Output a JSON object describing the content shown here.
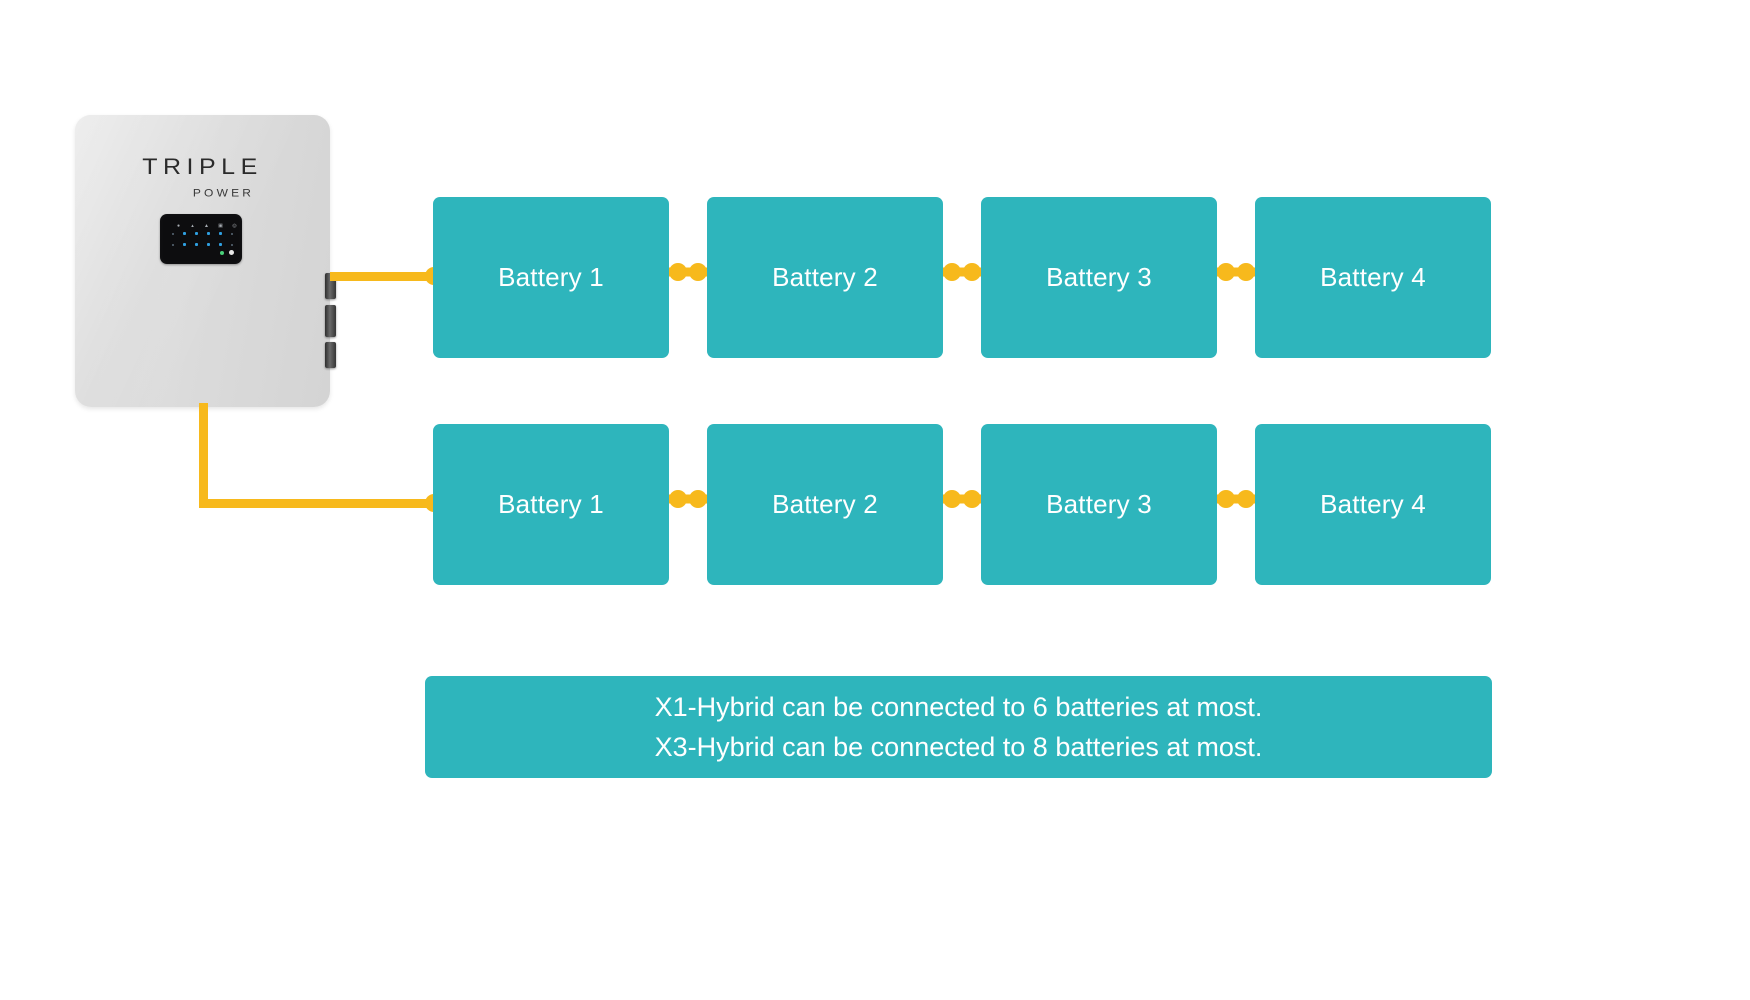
{
  "diagram": {
    "title": "Triple Power battery connection diagram",
    "colors": {
      "battery_teal": "#2EB5BC",
      "cable_yellow": "#F7B91C",
      "inverter_gray": "#D9D9D9",
      "display_black": "#0D0D0F",
      "text_white": "#FFFFFF"
    }
  },
  "inverter": {
    "logo_main": "TRIPLE",
    "logo_sub": "POWER",
    "display": {
      "name": "led-status-display",
      "icon_glyphs": [
        "•",
        "•",
        "•",
        "▣",
        "⊗"
      ],
      "indicator_count": 5
    },
    "ports": [
      "port-upper",
      "port-middle",
      "port-lower"
    ]
  },
  "rows": [
    {
      "name": "battery-row-1",
      "batteries": [
        {
          "label": "Battery 1"
        },
        {
          "label": "Battery 2"
        },
        {
          "label": "Battery 3"
        },
        {
          "label": "Battery 4"
        }
      ]
    },
    {
      "name": "battery-row-2",
      "batteries": [
        {
          "label": "Battery 1"
        },
        {
          "label": "Battery 2"
        },
        {
          "label": "Battery 3"
        },
        {
          "label": "Battery 4"
        }
      ]
    }
  ],
  "banner": {
    "line1": "X1-Hybrid can be connected to 6 batteries at most.",
    "line2": "X3-Hybrid can be connected to 8 batteries at most."
  }
}
